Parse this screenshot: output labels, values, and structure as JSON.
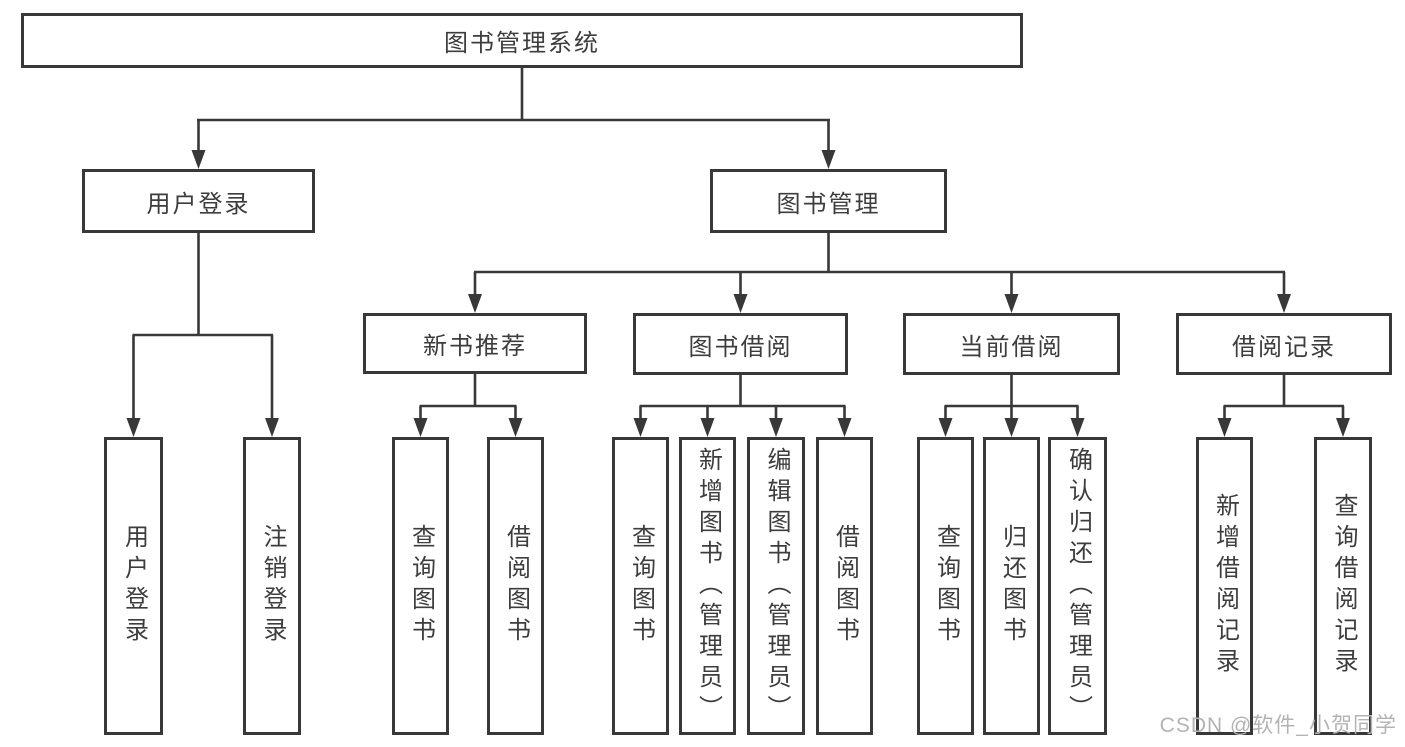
{
  "diagram": {
    "title_note": "functional structure chart",
    "root": {
      "label": "图书管理系统"
    },
    "branches": [
      {
        "label": "用户登录",
        "children": [
          "用户登录",
          "注销登录"
        ]
      },
      {
        "label": "图书管理",
        "children": [
          {
            "label": "新书推荐",
            "children": [
              "查询图书",
              "借阅图书"
            ]
          },
          {
            "label": "图书借阅",
            "children": [
              "查询图书",
              "新增图书（管理员）",
              "编辑图书（管理员）",
              "借阅图书"
            ]
          },
          {
            "label": "当前借阅",
            "children": [
              "查询图书",
              "归还图书",
              "确认归还（管理员）"
            ]
          },
          {
            "label": "借阅记录",
            "children": [
              "新增借阅记录",
              "查询借阅记录"
            ]
          }
        ]
      }
    ]
  },
  "watermark": {
    "text": "CSDN @软件_小贺同学"
  },
  "colors": {
    "line": "#383838",
    "text": "#3d3d3d",
    "watermark": "#b3b3b3",
    "background": "#ffffff"
  }
}
